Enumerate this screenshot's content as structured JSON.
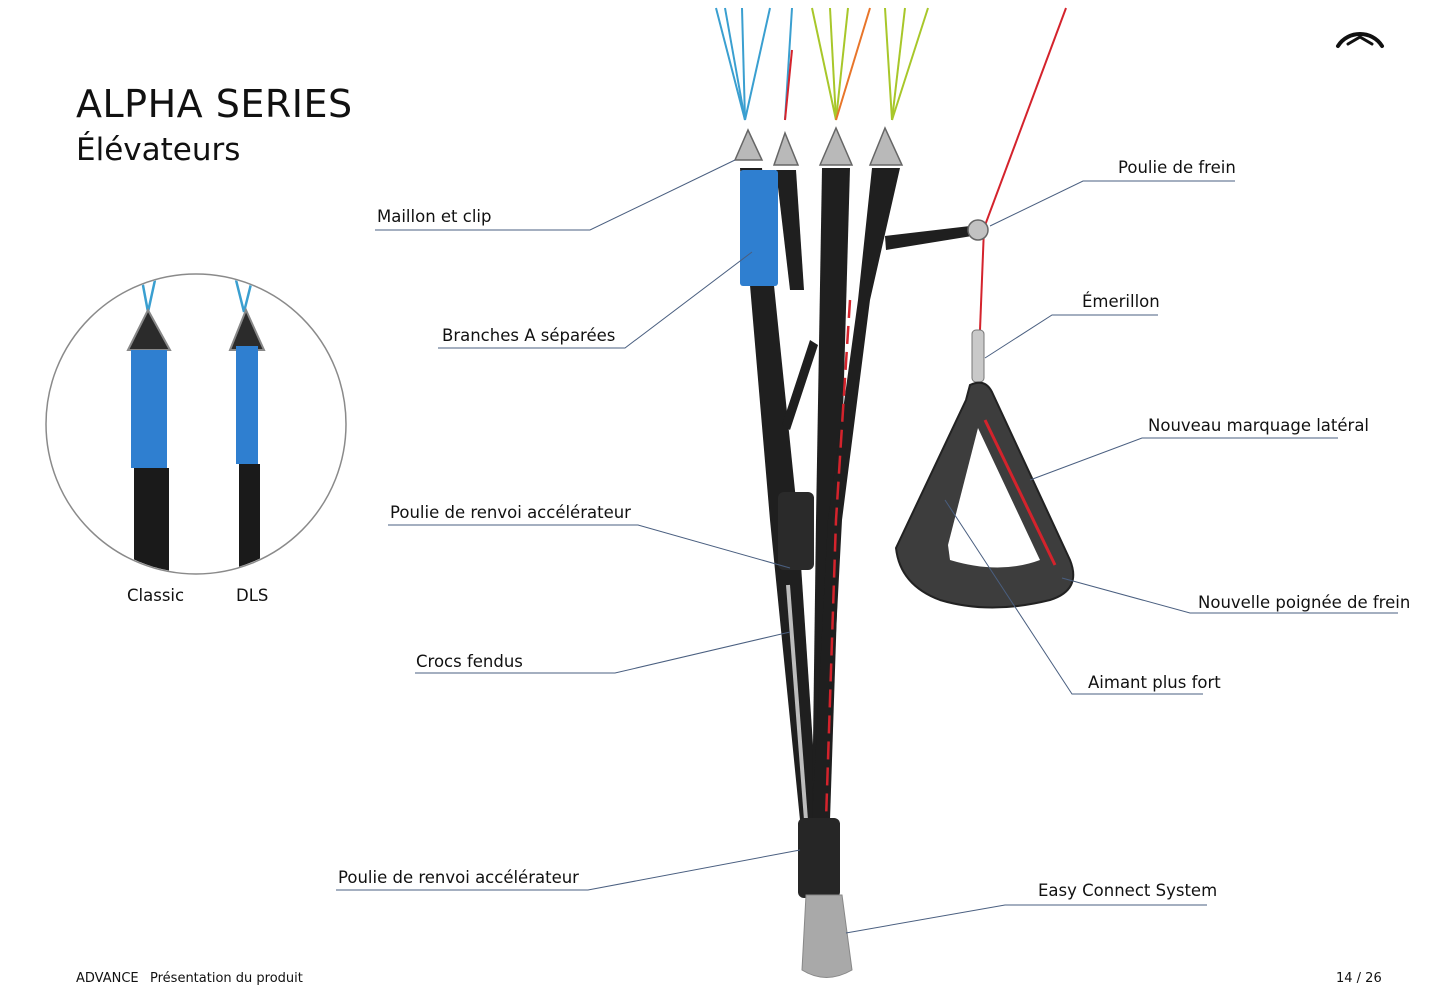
{
  "header": {
    "title": "ALPHA SERIES",
    "subtitle": "Élévateurs",
    "logo_icon": "advance-wing-logo-icon"
  },
  "inset": {
    "labels": [
      "Classic",
      "DLS"
    ]
  },
  "callouts": {
    "maillon": "Maillon et clip",
    "branches": "Branches A séparées",
    "poulie_renvoi_1": "Poulie de renvoi accélérateur",
    "crocs": "Crocs fendus",
    "poulie_renvoi_2": "Poulie de renvoi accélérateur",
    "poulie_frein": "Poulie de frein",
    "emerillon": "Émerillon",
    "marquage": "Nouveau marquage latéral",
    "poignee": "Nouvelle poignée de frein",
    "aimant": "Aimant plus fort",
    "easy_connect": "Easy Connect System"
  },
  "footer": {
    "brand": "ADVANCE",
    "doc_title": "Présentation du produit",
    "page": "14 / 26"
  },
  "colors": {
    "leader_line": "#4a5f80",
    "webbing": "#1f1f1f",
    "a_riser_blue": "#2f7fd0",
    "accent_red": "#d4232c",
    "line_blue": "#3a9fd0",
    "line_yellow": "#a8c72a",
    "line_orange": "#e8752a"
  }
}
